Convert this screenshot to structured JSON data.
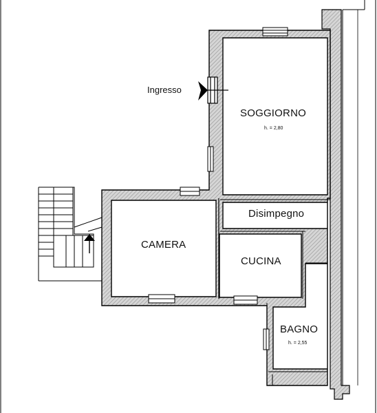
{
  "plan": {
    "entrance_label": "Ingresso",
    "rooms": {
      "soggiorno": {
        "name": "SOGGIORNO",
        "height": "h. = 2,80"
      },
      "disimpegno": {
        "name": "Disimpegno"
      },
      "camera": {
        "name": "CAMERA"
      },
      "cucina": {
        "name": "CUCINA"
      },
      "bagno": {
        "name": "BAGNO",
        "height": "h. = 2,55"
      }
    },
    "colors": {
      "wall_hatch": "#9a9a9a",
      "wall_outline": "#000000",
      "background": "#ffffff"
    }
  }
}
